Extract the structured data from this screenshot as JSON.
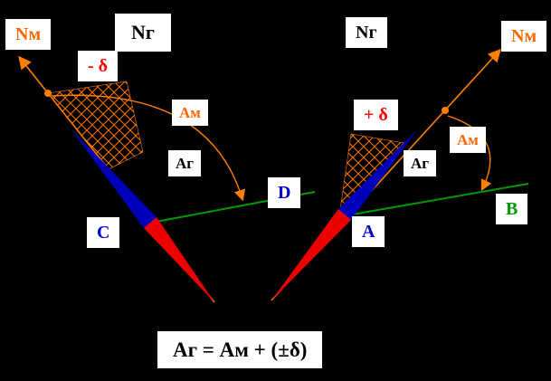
{
  "diagram": {
    "title_meaning": "",
    "colors": {
      "background": "#000000",
      "orange": "#ff7700",
      "red": "#ff0000",
      "blue": "#0000cc",
      "green": "#009900",
      "label_bg": "#ffffff"
    },
    "labels": {
      "nm_left": "Nм",
      "ng_left": "Nг",
      "minus_delta": "- δ",
      "am_left": "Aм",
      "ag_left": "Aг",
      "d": "D",
      "c": "C",
      "ng_right": "Nг",
      "plus_delta": "+ δ",
      "am_right": "Aм",
      "ag_right": "Aг",
      "b": "B",
      "nm_right": "Nм",
      "a": "A",
      "formula": "Aг = Aм + (±δ)"
    }
  }
}
